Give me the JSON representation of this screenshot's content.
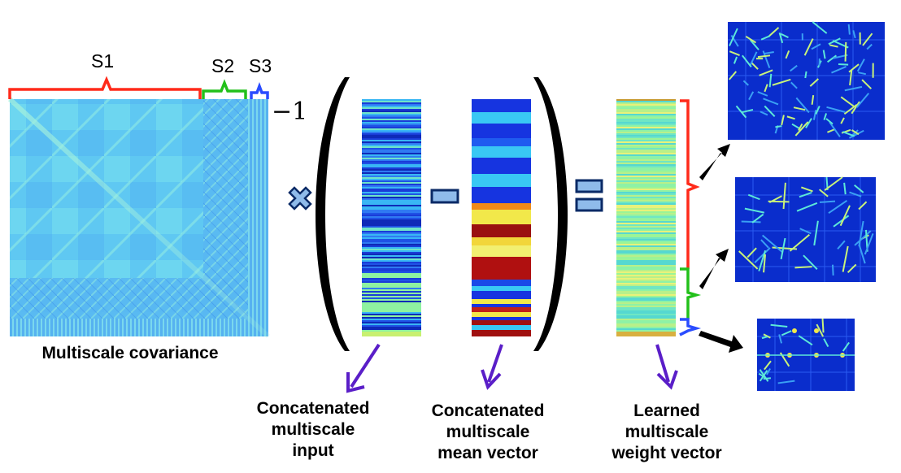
{
  "scales": {
    "s1": "S1",
    "s2": "S2",
    "s3": "S3"
  },
  "exponent": "−1",
  "labels": {
    "covariance": "Multiscale covariance",
    "input": [
      "Concatenated",
      "multiscale",
      "input"
    ],
    "mean": [
      "Concatenated",
      "multiscale",
      "mean vector"
    ],
    "weight": [
      "Learned",
      "multiscale",
      "weight vector"
    ]
  },
  "colors": {
    "s1_bracket": "#ff2a1a",
    "s2_bracket": "#22c01a",
    "s3_bracket": "#2a4cff",
    "arrow_purple": "#5a1ec8",
    "operator_fill": "#8fbbea"
  },
  "operators": [
    "multiply",
    "minus",
    "equals"
  ]
}
